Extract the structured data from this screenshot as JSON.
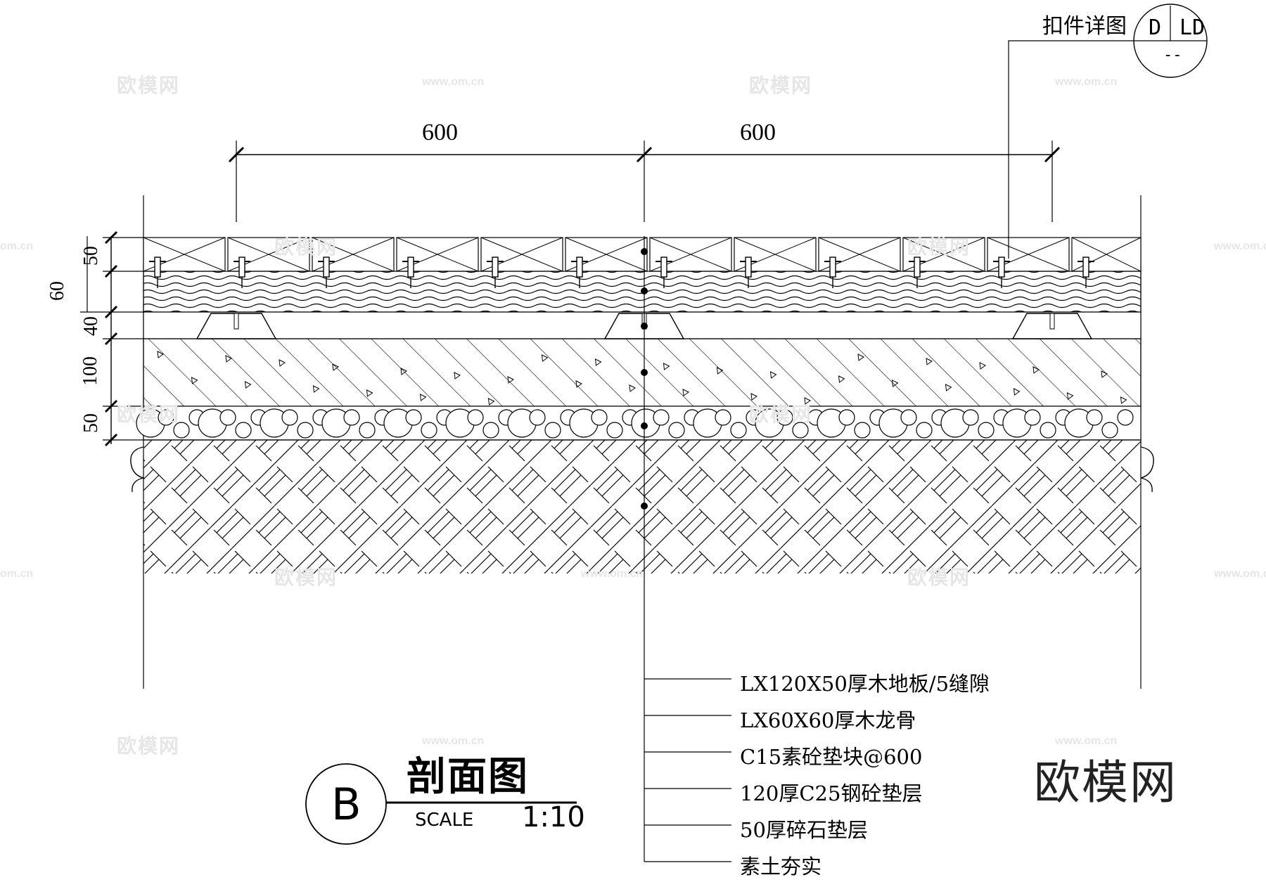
{
  "detail_reference": {
    "title": "扣件详图",
    "left": "D",
    "right": "LD",
    "sheet": "--"
  },
  "top_dimensions": [
    "600",
    "600"
  ],
  "left_dimensions": {
    "outer": "60",
    "layers": [
      "50",
      "40",
      "100",
      "50"
    ]
  },
  "callouts": [
    "LX120X50厚木地板/5缝隙",
    "LX60X60厚木龙骨",
    "C15素砼垫块@600",
    "120厚C25钢砼垫层",
    "50厚碎石垫层",
    "素土夯实"
  ],
  "section_mark": {
    "letter": "B",
    "title": "剖面图",
    "scale_label": "SCALE",
    "scale_value": "1:10"
  },
  "watermark": {
    "brand": "欧模网",
    "url": "www.om.cn",
    "partial_url": "om.cn"
  }
}
